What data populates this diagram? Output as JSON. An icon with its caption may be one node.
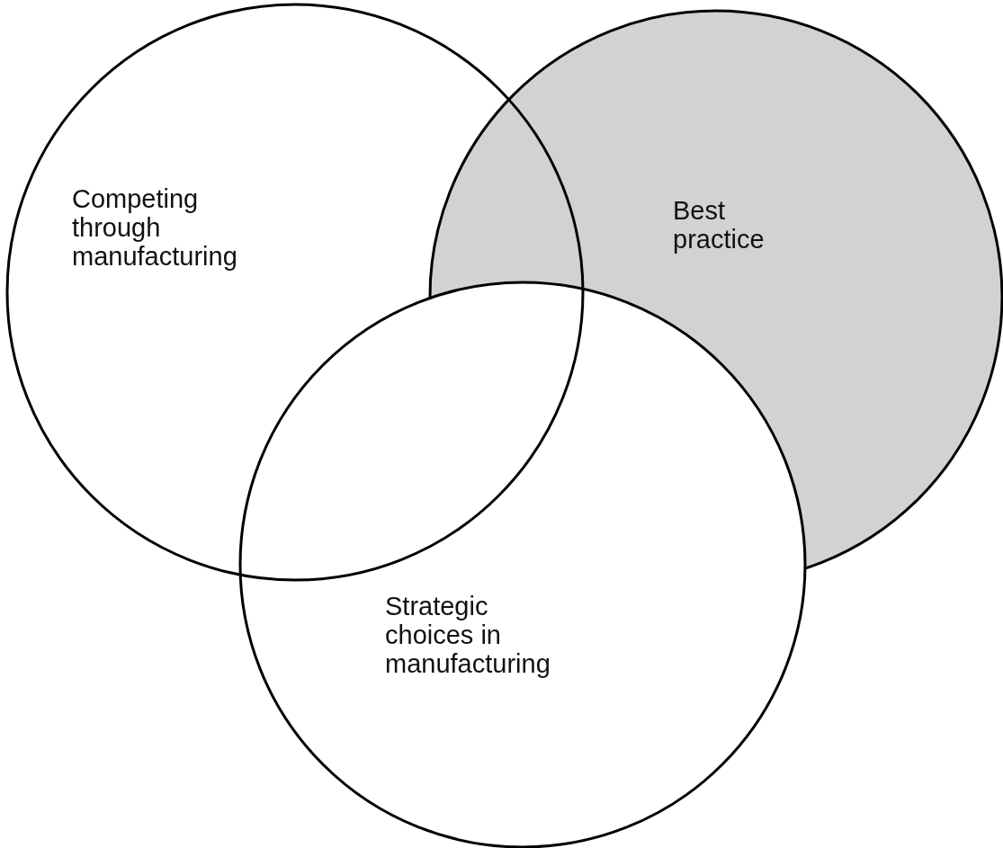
{
  "diagram": {
    "nodes": [
      {
        "text": [
          "Competing through manufacturing"
        ]
      },
      {
        "text": [
          "Best practice"
        ]
      },
      {
        "text": [
          "Strategic choices in manufacturing"
        ]
      }
    ]
  }
}
